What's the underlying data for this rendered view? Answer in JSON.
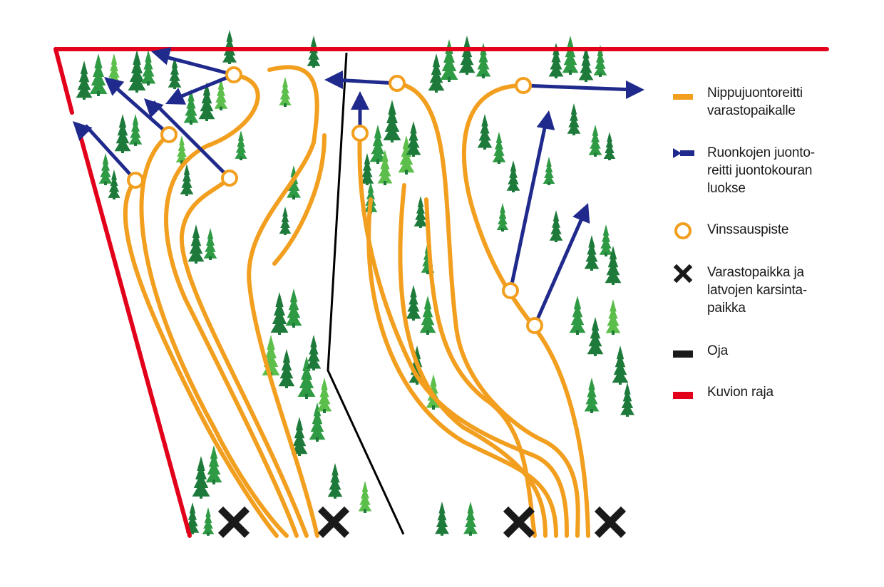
{
  "colors": {
    "skid_route": "#f29f1f",
    "stem_route": "#1f2a8c",
    "boundary": "#e2001a",
    "ditch": "#000000",
    "tree_dark": "#1d7a3a",
    "tree_mid": "#2f9a44",
    "tree_light": "#5cbf4b"
  },
  "legend": {
    "items": [
      {
        "icon": "orange-bar-icon",
        "text": "Nippujuontoreitti varastopaikalle"
      },
      {
        "icon": "blue-arrow-line-icon",
        "text": "Ruonkojen juonto-reitti juontokouran luokse"
      },
      {
        "icon": "orange-circle-icon",
        "text": "Vinssauspiste"
      },
      {
        "icon": "black-cross-icon",
        "text": "Varastopaikka ja latvojen karsinta-paikka"
      },
      {
        "icon": "black-bar-icon",
        "text": "Oja"
      },
      {
        "icon": "red-bar-icon",
        "text": "Kuvion raja"
      }
    ],
    "lines": [
      [
        "Nippujuontoreitti",
        "varastopaikalle"
      ],
      [
        "Ruonkojen juonto-",
        "reitti juontokouran",
        "luokse"
      ],
      [
        "Vinssauspiste"
      ],
      [
        "Varastopaikka ja",
        "latvojen karsinta-",
        "paikka"
      ],
      [
        "Oja"
      ],
      [
        "Kuvion raja"
      ]
    ]
  },
  "map": {
    "winch_points": 9,
    "storage_places": 4,
    "icons": [
      "spruce-tree-icon",
      "winch-point-icon",
      "storage-cross-icon",
      "arrow-head-icon"
    ]
  }
}
